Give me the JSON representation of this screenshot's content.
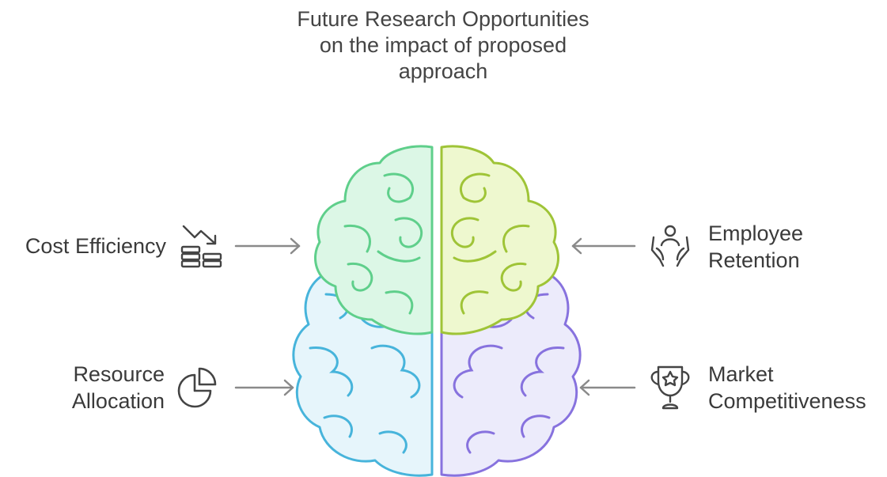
{
  "title": {
    "lines": [
      "Future Research Opportunities",
      "on the impact of proposed",
      "approach"
    ]
  },
  "items": {
    "cost": {
      "lines": [
        "Cost Efficiency"
      ],
      "icon": "cost-decrease-coins-icon"
    },
    "resource": {
      "lines": [
        "Resource",
        "Allocation"
      ],
      "icon": "pie-chart-icon"
    },
    "employee": {
      "lines": [
        "Employee",
        "Retention"
      ],
      "icon": "hands-holding-person-icon"
    },
    "market": {
      "lines": [
        "Market",
        "Competitiveness"
      ],
      "icon": "trophy-star-icon"
    }
  },
  "colors": {
    "green_fill": "#dcf7e6",
    "green_stroke": "#5fcf8b",
    "lime_fill": "#eef8cf",
    "lime_stroke": "#9fc437",
    "blue_fill": "#e6f5fb",
    "blue_stroke": "#47b4db",
    "purple_fill": "#ecebfb",
    "purple_stroke": "#8772de",
    "arrow": "#8a8a8a",
    "icon": "#444444"
  }
}
